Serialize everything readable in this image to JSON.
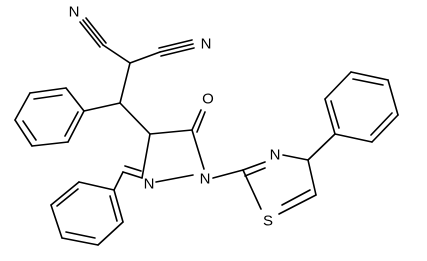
{
  "structure": {
    "atoms": [
      {
        "key": "n_cn1",
        "text": "N"
      },
      {
        "key": "n_cn2",
        "text": "N"
      },
      {
        "key": "o_carbonyl",
        "text": "O"
      },
      {
        "key": "n_pyrazole_ring",
        "text": "N"
      },
      {
        "key": "n_pyrazole_attached",
        "text": "N"
      },
      {
        "key": "n_thiazole",
        "text": "N"
      },
      {
        "key": "s_thiazole",
        "text": "S"
      }
    ]
  }
}
